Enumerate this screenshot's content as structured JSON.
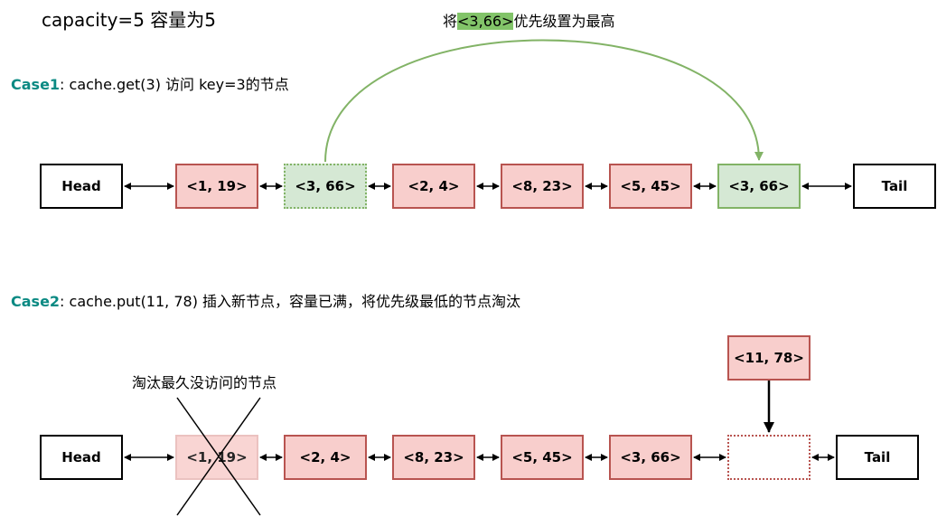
{
  "title": "capacity=5 容量为5",
  "case1": {
    "label": "Case1",
    "text": ": cache.get(3) 访问 key=3的节点",
    "annotation": {
      "prefix": "将",
      "highlight": "<3,66>",
      "suffix": "优先级置为最高"
    },
    "nodes": [
      "Head",
      "<1, 19>",
      "<3, 66>",
      "<2, 4>",
      "<8, 23>",
      "<5, 45>",
      "<3, 66>",
      "Tail"
    ]
  },
  "case2": {
    "label": "Case2",
    "text": ": cache.put(11, 78) 插入新节点，容量已满，将优先级最低的节点淘汰",
    "evict_note": "淘汰最久没访问的节点",
    "new_node": "<11, 78>",
    "nodes": [
      "Head",
      "<1, 19>",
      "<2, 4>",
      "<8, 23>",
      "<5, 45>",
      "<3, 66>",
      "",
      "Tail"
    ]
  },
  "colors": {
    "red_fill": "#f8cecc",
    "red_stroke": "#b85450",
    "green_fill": "#d5e8d4",
    "green_stroke": "#82b366",
    "case_label": "#0b8a83"
  }
}
